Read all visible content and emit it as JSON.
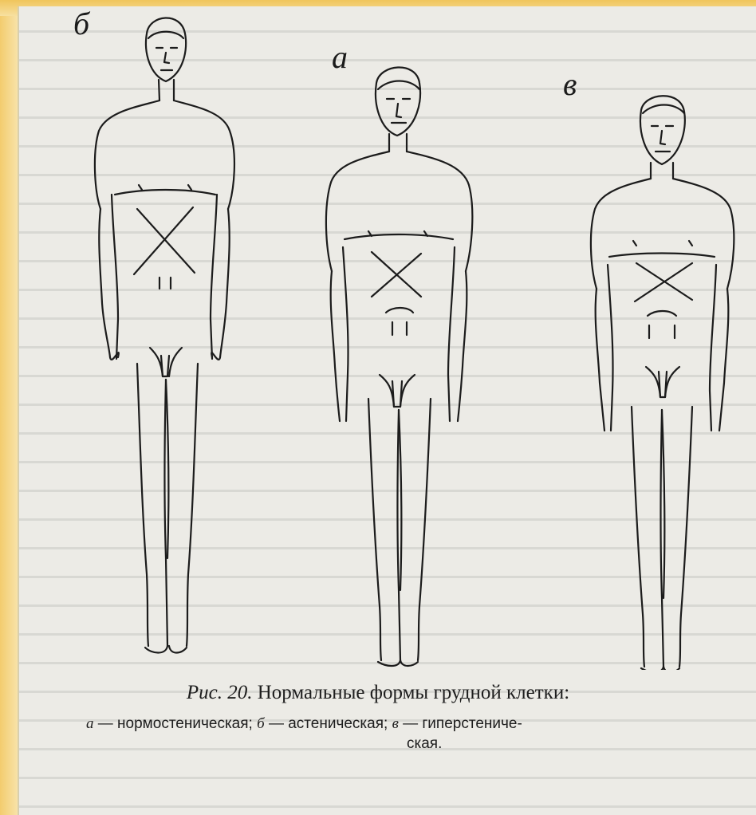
{
  "figure": {
    "labels": {
      "left": "б",
      "middle": "а",
      "right": "в"
    }
  },
  "caption": {
    "prefix": "Рис. 20.",
    "title": "Нормальные формы грудной клетки:",
    "legend": {
      "a_letter": "а",
      "a_text": "— нормостеническая;",
      "b_letter": "б",
      "b_text": "— астеническая;",
      "c_letter": "в",
      "c_text": "— гиперстениче-",
      "c_text_cont": "ская."
    }
  },
  "colors": {
    "frame_yellow": "#f3cc6e",
    "page": "#ecebe6",
    "ink": "#1d1d1d"
  }
}
